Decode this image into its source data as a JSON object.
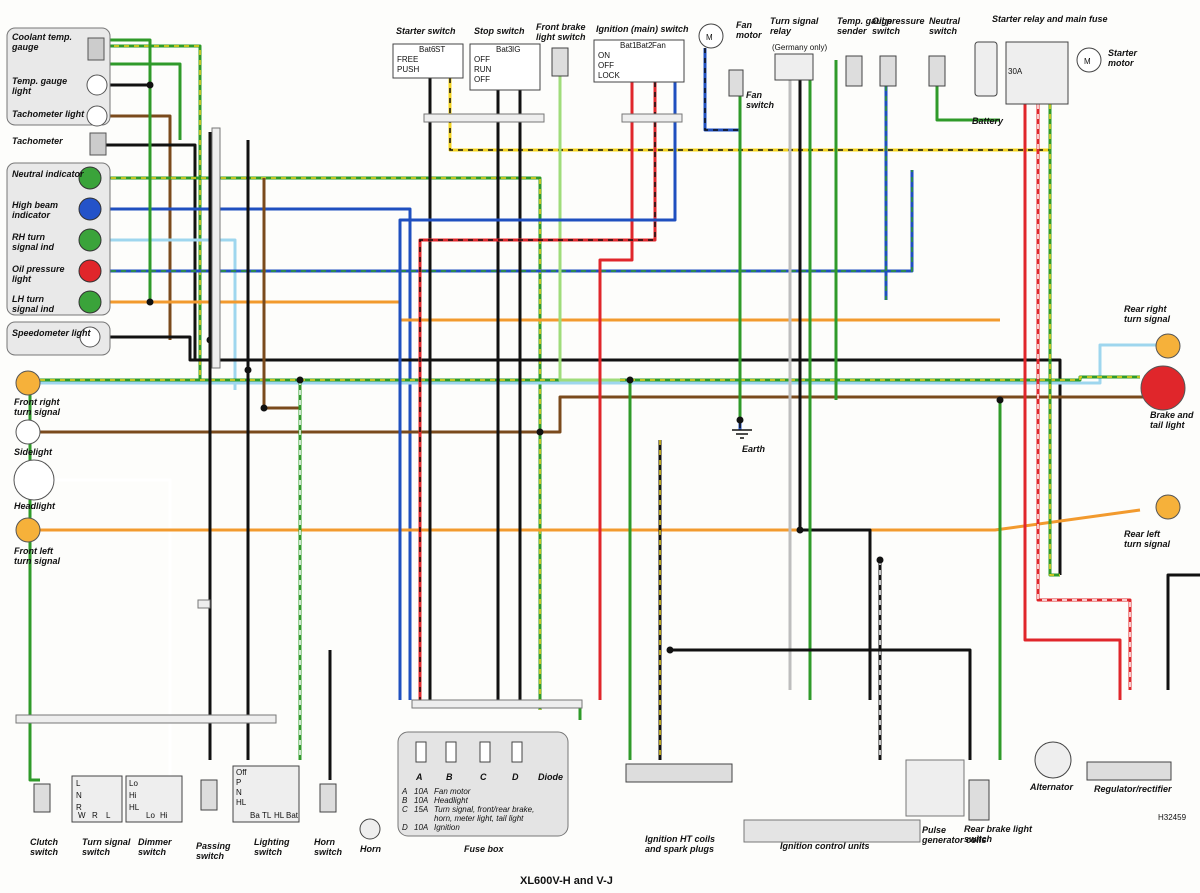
{
  "title": "XL600V-H and V-J",
  "ref_code": "H32459",
  "instrument_panel": [
    "Coolant temp. gauge",
    "Temp. gauge light",
    "Tachometer light",
    "Tachometer",
    "Neutral indicator",
    "High beam indicator",
    "RH turn signal ind",
    "Oil pressure light",
    "LH turn signal ind",
    "Speedometer light"
  ],
  "left_components": [
    "Front right turn signal",
    "Sidelight",
    "Headlight",
    "Front left turn signal"
  ],
  "top_components": {
    "starter_switch": "Starter switch",
    "stop_switch": "Stop switch",
    "front_brake": "Front brake light switch",
    "ignition": "Ignition (main) switch",
    "fan_motor": "Fan motor",
    "fan_switch": "Fan switch",
    "turn_relay": "Turn signal relay",
    "germany": "(Germany only)",
    "temp_sender": "Temp. gauge sender",
    "oil_switch": "Oil pressure switch",
    "neutral_switch": "Neutral switch",
    "starter_relay": "Starter relay and main fuse",
    "starter_motor": "Starter motor",
    "battery": "Battery",
    "fuse_30a": "30A",
    "m": "M"
  },
  "starter_table": {
    "headers": [
      "Bat6",
      "ST"
    ],
    "rows": [
      "FREE",
      "PUSH"
    ]
  },
  "stop_table": {
    "headers": [
      "Bat3",
      "IG"
    ],
    "rows": [
      "OFF",
      "RUN",
      "OFF"
    ]
  },
  "ign_table": {
    "headers": [
      "Bat1",
      "Bat2",
      "Fan"
    ],
    "rows": [
      "ON",
      "OFF",
      "LOCK"
    ]
  },
  "right_components": [
    "Rear right turn signal",
    "Brake and tail light",
    "Rear left turn signal"
  ],
  "earth": "Earth",
  "bottom_components": [
    "Clutch switch",
    "Turn signal switch",
    "Dimmer switch",
    "Passing switch",
    "Lighting switch",
    "Horn switch",
    "Horn",
    "Fuse box",
    "Ignition HT coils and spark plugs",
    "Ignition control units",
    "Pulse generator coils",
    "Rear brake light switch",
    "Alternator",
    "Regulator/rectifier"
  ],
  "turn_sw_labels": [
    "L",
    "N",
    "R",
    "W",
    "R",
    "L"
  ],
  "dimmer_labels": [
    "Lo",
    "Hi",
    "HL",
    "Lo",
    "Hi"
  ],
  "light_sw_labels": [
    "Off",
    "P",
    "N",
    "HL",
    "Ba",
    "TL",
    "HL",
    "Bat"
  ],
  "fuse_letters": [
    "A",
    "B",
    "C",
    "D"
  ],
  "diode": "Diode",
  "fuses": [
    {
      "id": "A",
      "amp": "10A",
      "desc": "Fan motor"
    },
    {
      "id": "B",
      "amp": "10A",
      "desc": "Headlight"
    },
    {
      "id": "C",
      "amp": "15A",
      "desc": "Turn signal, front/rear brake,"
    },
    {
      "id": "",
      "amp": "",
      "desc": "horn, meter light, tail light"
    },
    {
      "id": "D",
      "amp": "10A",
      "desc": "Ignition"
    }
  ],
  "colors": {
    "black": "#111111",
    "green": "#2f9a2a",
    "brown": "#7a4a1c",
    "blue": "#1f4fbf",
    "red": "#e0262b",
    "yellow": "#f2d21e",
    "orange": "#f29a2e",
    "lightblue": "#9ed6ee",
    "lightgreen": "#9fdc7a",
    "grey": "#bdbdbd",
    "white": "#ffffff"
  }
}
